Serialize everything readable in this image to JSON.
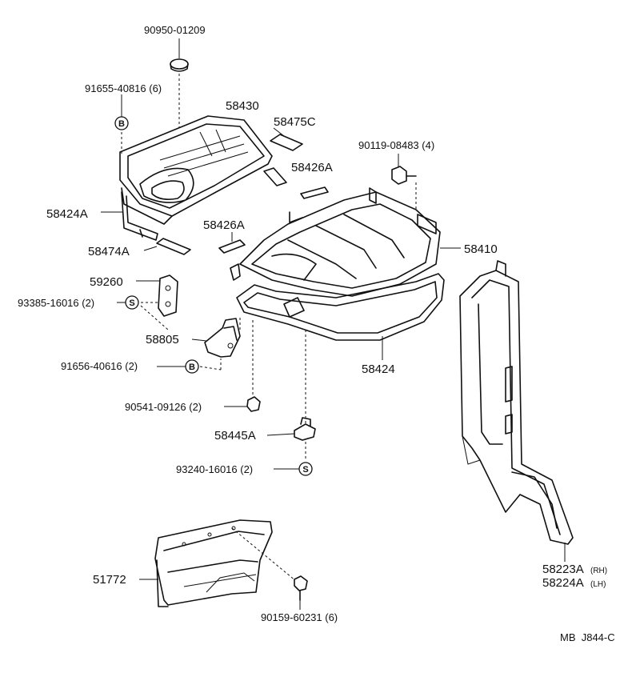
{
  "diagram_code": "MB  J844-C",
  "symbols": {
    "b": "B",
    "s": "S"
  },
  "labels": {
    "p90950": "90950-01209",
    "p91655": "91655-40816 (6)",
    "p58430": "58430",
    "p58475c": "58475C",
    "p90119": "90119-08483 (4)",
    "p58426a_1": "58426A",
    "p58424a": "58424A",
    "p58426a_2": "58426A",
    "p58410": "58410",
    "p58474a": "58474A",
    "p59260": "59260",
    "p93385": "93385-16016 (2)",
    "p58805": "58805",
    "p91656": "91656-40616 (2)",
    "p58424": "58424",
    "p90541": "90541-09126 (2)",
    "p58445a": "58445A",
    "p93240": "93240-16016 (2)",
    "p51772": "51772",
    "p90159": "90159-60231 (6)",
    "p58223a": "58223A",
    "p58223a_side": "(RH)",
    "p58224a": "58224A",
    "p58224a_side": "(LH)"
  }
}
